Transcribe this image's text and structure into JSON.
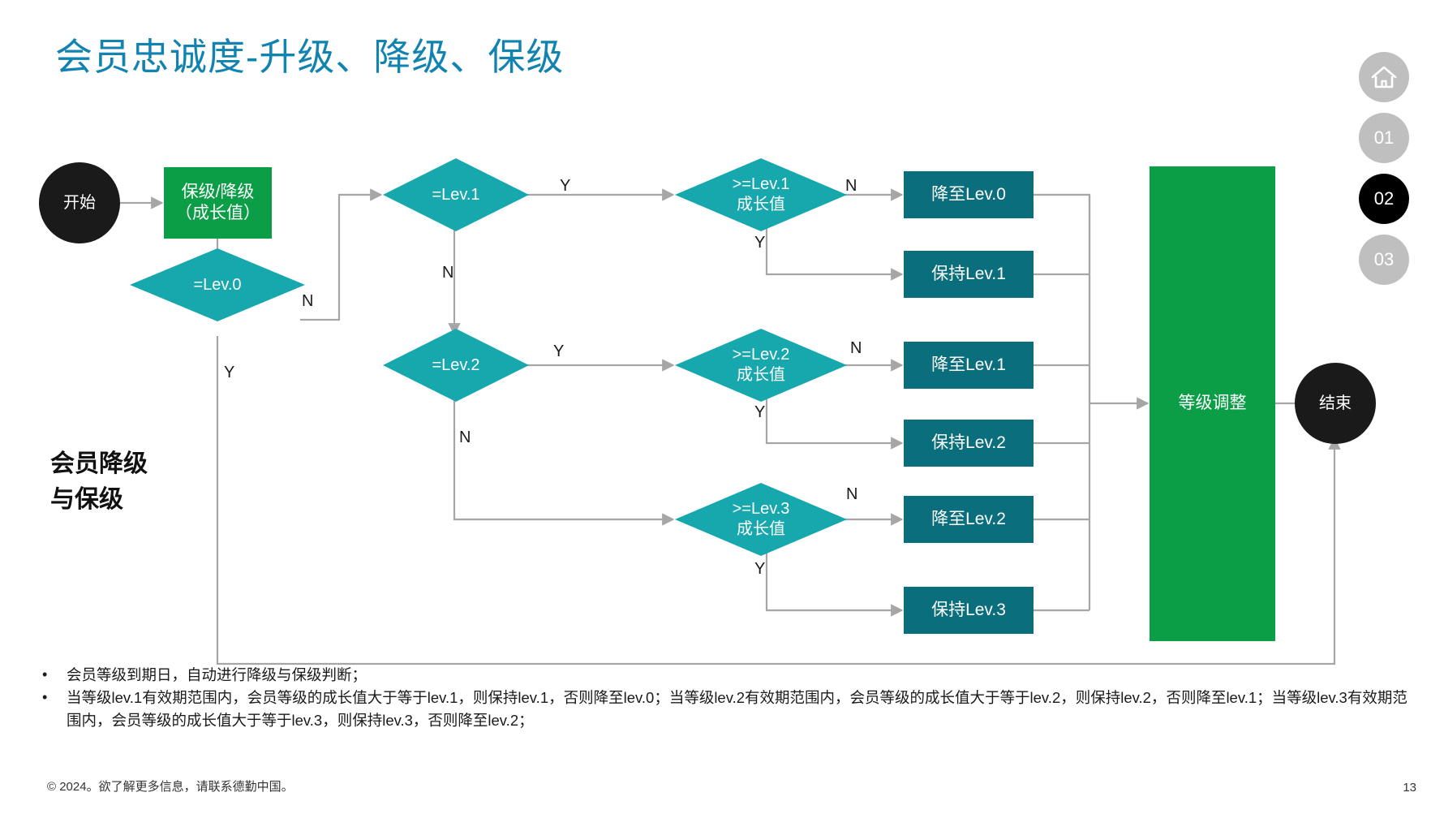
{
  "slide": {
    "title": "会员忠诚度-升级、降级、保级",
    "section_caption": "会员降级\n与保级",
    "page_number": "13",
    "footer": "© 2024。欲了解更多信息，请联系德勤中国。",
    "accent_title_color": "#1183b0",
    "green": "#0b9e47",
    "teal_light": "#17a8ad",
    "teal_dark": "#0a6e7c",
    "black": "#1a1a1a",
    "gray": "#bfbfbf",
    "connector_gray": "#a6a6a6"
  },
  "side_nav": {
    "items": [
      {
        "label": "",
        "icon": "home-icon",
        "active": false
      },
      {
        "label": "01",
        "icon": "",
        "active": false
      },
      {
        "label": "02",
        "icon": "",
        "active": true
      },
      {
        "label": "03",
        "icon": "",
        "active": false
      }
    ]
  },
  "flow": {
    "nodes": {
      "start": "开始",
      "input_growth": "保级/降级\n（成长值）",
      "d_lev0": "=Lev.0",
      "d_lev1": "=Lev.1",
      "d_lev2": "=Lev.2",
      "d_ge_lev1": ">=Lev.1\n成长值",
      "d_ge_lev2": ">=Lev.2\n成长值",
      "d_ge_lev3": ">=Lev.3\n成长值",
      "down_lev0": "降至Lev.0",
      "keep_lev1": "保持Lev.1",
      "down_lev1": "降至Lev.1",
      "keep_lev2": "保持Lev.2",
      "down_lev2": "降至Lev.2",
      "keep_lev3": "保持Lev.3",
      "adjust": "等级调整",
      "end": "结束"
    },
    "edge_labels": {
      "lev0_no": "N",
      "lev0_yes": "Y",
      "lev1_yes": "Y",
      "lev1_no": "N",
      "lev2_yes": "Y",
      "lev2_no": "N",
      "ge1_no": "N",
      "ge1_yes": "Y",
      "ge2_no": "N",
      "ge2_yes": "Y",
      "ge3_no": "N",
      "ge3_yes": "Y"
    }
  },
  "bullets": [
    {
      "marker": "•",
      "text": "会员等级到期日，自动进行降级与保级判断；"
    },
    {
      "marker": "•",
      "text": "当等级lev.1有效期范围内，会员等级的成长值大于等于lev.1，则保持lev.1，否则降至lev.0；当等级lev.2有效期范围内，会员等级的成长值大于等于lev.2，则保持lev.2，否则降至lev.1；当等级lev.3有效期范围内，会员等级的成长值大于等于lev.3，则保持lev.3，否则降至lev.2；"
    }
  ]
}
